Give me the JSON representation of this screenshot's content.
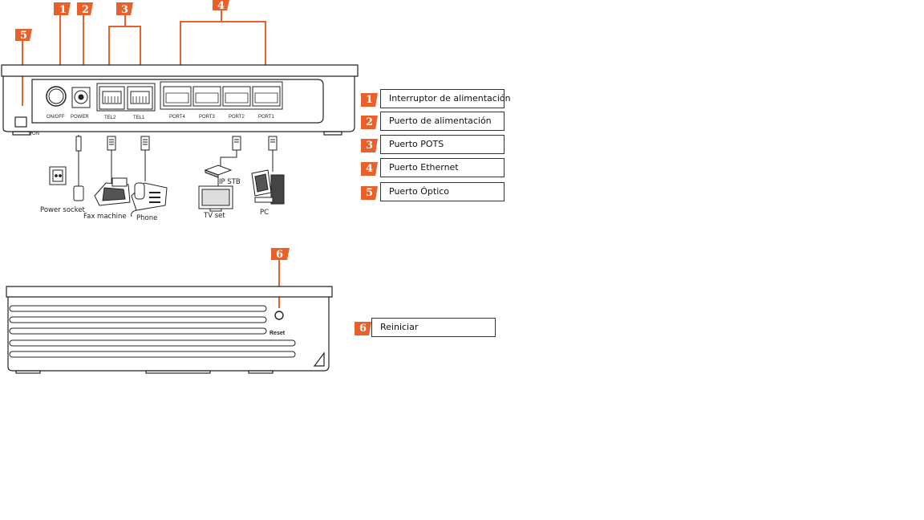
{
  "badges": [
    "1",
    "2",
    "3",
    "4",
    "5",
    "6"
  ],
  "device_labels": {
    "pon": "PON",
    "onoff": "ON/OFF",
    "power": "POWER",
    "tel2": "TEL2",
    "tel1": "TEL1",
    "port4": "PORT4",
    "port3": "PORT3",
    "port2": "PORT2",
    "port1": "PORT1",
    "reset": "Reset"
  },
  "peripheral_labels": {
    "power_socket": "Power socket",
    "fax_machine": "Fax machine",
    "phone": "Phone",
    "ip_stb": "IP STB",
    "tv_set": "TV set",
    "pc": "PC"
  },
  "legend": [
    {
      "number": "1",
      "text": "Interruptor de alimentación"
    },
    {
      "number": "2",
      "text": "Puerto de alimentación"
    },
    {
      "number": "3",
      "text": "Puerto POTS"
    },
    {
      "number": "4",
      "text": "Puerto Ethernet"
    },
    {
      "number": "5",
      "text": "Puerto Óptico"
    },
    {
      "number": "6",
      "text": "Reiniciar"
    }
  ],
  "colors": {
    "badge": "#e8602a",
    "line": "#e8602a",
    "outline": "#222222"
  }
}
